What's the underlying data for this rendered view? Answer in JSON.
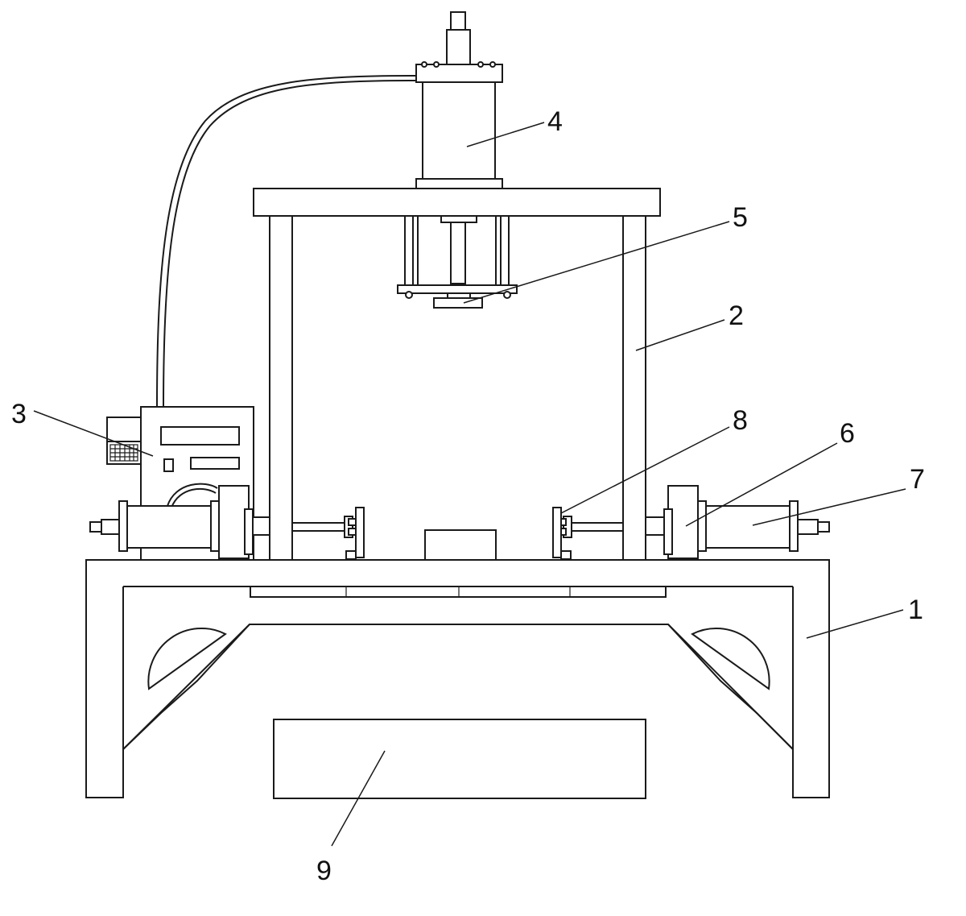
{
  "diagram": {
    "part_labels": [
      {
        "id": "1",
        "text": "1"
      },
      {
        "id": "2",
        "text": "2"
      },
      {
        "id": "3",
        "text": "3"
      },
      {
        "id": "4",
        "text": "4"
      },
      {
        "id": "5",
        "text": "5"
      },
      {
        "id": "6",
        "text": "6"
      },
      {
        "id": "7",
        "text": "7"
      },
      {
        "id": "8",
        "text": "8"
      },
      {
        "id": "9",
        "text": "9"
      }
    ]
  }
}
